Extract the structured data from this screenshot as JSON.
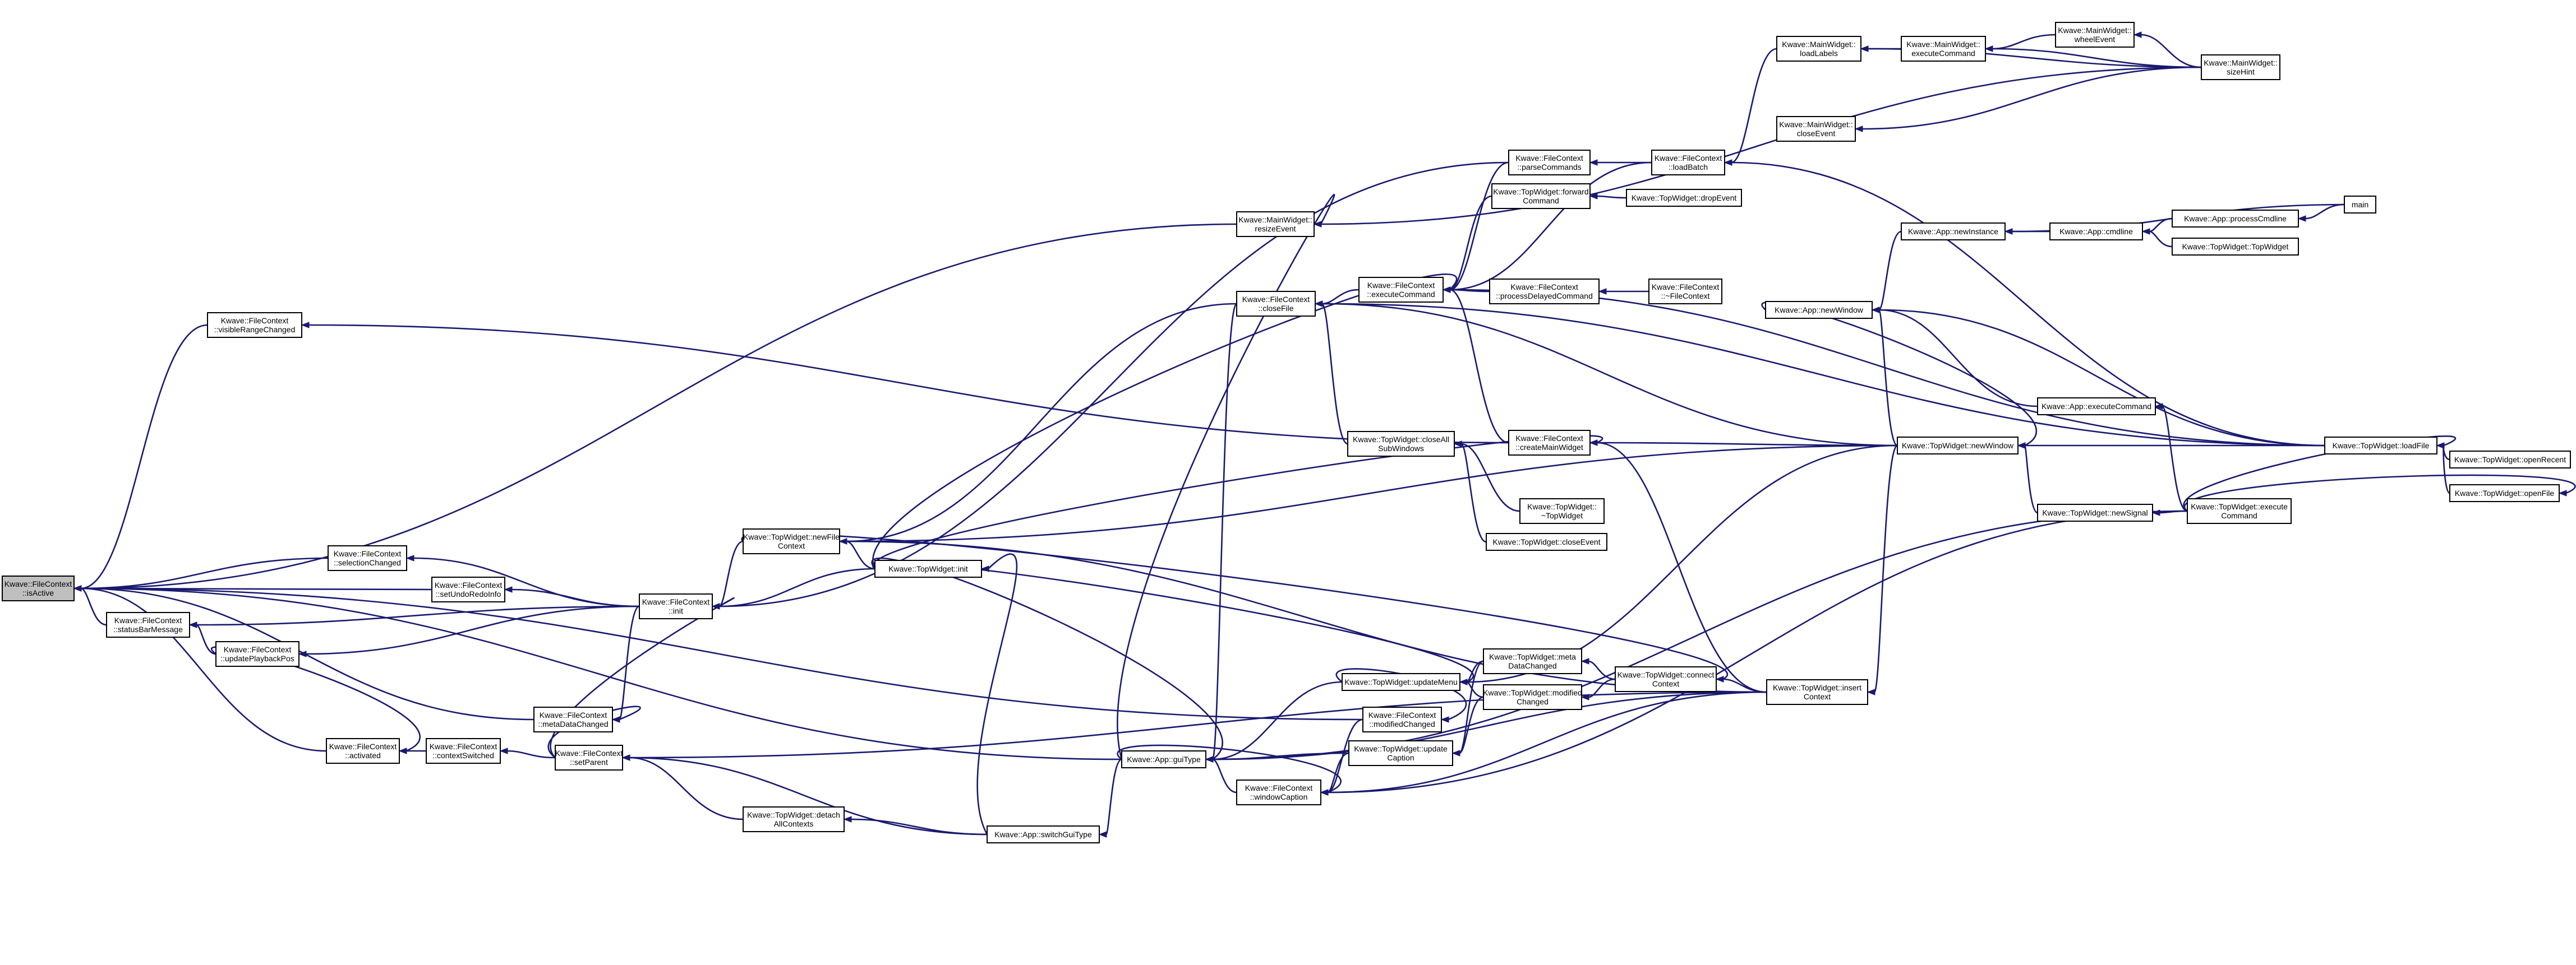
{
  "nodes": [
    {
      "id": "isActive",
      "label": [
        "Kwave::FileContext",
        "::isActive"
      ],
      "highlight": true
    },
    {
      "id": "visibleRangeChanged",
      "label": [
        "Kwave::FileContext",
        "::visibleRangeChanged"
      ]
    },
    {
      "id": "selectionChanged",
      "label": [
        "Kwave::FileContext",
        "::selectionChanged"
      ]
    },
    {
      "id": "setUndoRedoInfo",
      "label": [
        "Kwave::FileContext",
        "::setUndoRedoInfo"
      ]
    },
    {
      "id": "statusBarMessage",
      "label": [
        "Kwave::FileContext",
        "::statusBarMessage"
      ]
    },
    {
      "id": "updatePlaybackPos",
      "label": [
        "Kwave::FileContext",
        "::updatePlaybackPos"
      ]
    },
    {
      "id": "metaDataChanged",
      "label": [
        "Kwave::FileContext",
        "::metaDataChanged"
      ]
    },
    {
      "id": "activated",
      "label": [
        "Kwave::FileContext",
        "::activated"
      ]
    },
    {
      "id": "contextSwitched",
      "label": [
        "Kwave::FileContext",
        "::contextSwitched"
      ]
    },
    {
      "id": "setParent",
      "label": [
        "Kwave::FileContext",
        "::setParent"
      ]
    },
    {
      "id": "fcInit",
      "label": [
        "Kwave::FileContext",
        "::init"
      ]
    },
    {
      "id": "resizeEvent",
      "label": [
        "Kwave::MainWidget::",
        "resizeEvent"
      ]
    },
    {
      "id": "newFileContext",
      "label": [
        "Kwave::TopWidget::newFile",
        "Context"
      ]
    },
    {
      "id": "twInit",
      "label": [
        "Kwave::TopWidget::init"
      ]
    },
    {
      "id": "detachAllContexts",
      "label": [
        "Kwave::TopWidget::detach",
        "AllContexts"
      ]
    },
    {
      "id": "switchGuiType",
      "label": [
        "Kwave::App::switchGuiType"
      ]
    },
    {
      "id": "guiType",
      "label": [
        "Kwave::App::guiType"
      ]
    },
    {
      "id": "closeFile",
      "label": [
        "Kwave::FileContext",
        "::closeFile"
      ]
    },
    {
      "id": "windowCaption",
      "label": [
        "Kwave::FileContext",
        "::windowCaption"
      ]
    },
    {
      "id": "fcExecuteCommand",
      "label": [
        "Kwave::FileContext",
        "::executeCommand"
      ]
    },
    {
      "id": "parseCommands",
      "label": [
        "Kwave::FileContext",
        "::parseCommands"
      ]
    },
    {
      "id": "forwardCommand",
      "label": [
        "Kwave::TopWidget::forward",
        "Command"
      ]
    },
    {
      "id": "processDelayedCommand",
      "label": [
        "Kwave::FileContext",
        "::processDelayedCommand"
      ]
    },
    {
      "id": "createMainWidget",
      "label": [
        "Kwave::FileContext",
        "::createMainWidget"
      ]
    },
    {
      "id": "closeAllSubWindows",
      "label": [
        "Kwave::TopWidget::closeAll",
        "SubWindows"
      ]
    },
    {
      "id": "updateMenu",
      "label": [
        "Kwave::TopWidget::updateMenu"
      ]
    },
    {
      "id": "modifiedChanged",
      "label": [
        "Kwave::FileContext",
        "::modifiedChanged"
      ]
    },
    {
      "id": "updateCaption",
      "label": [
        "Kwave::TopWidget::update",
        "Caption"
      ]
    },
    {
      "id": "twMetaDataChanged",
      "label": [
        "Kwave::TopWidget::meta",
        "DataChanged"
      ]
    },
    {
      "id": "twModifiedChanged",
      "label": [
        "Kwave::TopWidget::modified",
        "Changed"
      ]
    },
    {
      "id": "dropEvent",
      "label": [
        "Kwave::TopWidget::dropEvent"
      ]
    },
    {
      "id": "fcDestructor",
      "label": [
        "Kwave::FileContext",
        "::~FileContext"
      ]
    },
    {
      "id": "twDestructor",
      "label": [
        "Kwave::TopWidget::",
        "~TopWidget"
      ]
    },
    {
      "id": "closeEventTW",
      "label": [
        "Kwave::TopWidget::closeEvent"
      ]
    },
    {
      "id": "loadBatch",
      "label": [
        "Kwave::FileContext",
        "::loadBatch"
      ]
    },
    {
      "id": "connectContext",
      "label": [
        "Kwave::TopWidget::connect",
        "Context"
      ]
    },
    {
      "id": "insertContext",
      "label": [
        "Kwave::TopWidget::insert",
        "Context"
      ]
    },
    {
      "id": "loadLabels",
      "label": [
        "Kwave::MainWidget::",
        "loadLabels"
      ]
    },
    {
      "id": "mwExecuteCommand",
      "label": [
        "Kwave::MainWidget::",
        "executeCommand"
      ]
    },
    {
      "id": "wheelEvent",
      "label": [
        "Kwave::MainWidget::",
        "wheelEvent"
      ]
    },
    {
      "id": "sizeHint",
      "label": [
        "Kwave::MainWidget::",
        "sizeHint"
      ]
    },
    {
      "id": "mwCloseEvent",
      "label": [
        "Kwave::MainWidget::",
        "closeEvent"
      ]
    },
    {
      "id": "appNewWindow",
      "label": [
        "Kwave::App::newWindow"
      ]
    },
    {
      "id": "twNewWindow",
      "label": [
        "Kwave::TopWidget::newWindow"
      ]
    },
    {
      "id": "newInstance",
      "label": [
        "Kwave::App::newInstance"
      ]
    },
    {
      "id": "cmdline",
      "label": [
        "Kwave::App::cmdline"
      ]
    },
    {
      "id": "processCmdline",
      "label": [
        "Kwave::App::processCmdline"
      ]
    },
    {
      "id": "twTopWidget",
      "label": [
        "Kwave::TopWidget::TopWidget"
      ]
    },
    {
      "id": "main",
      "label": [
        "main"
      ]
    },
    {
      "id": "appExecuteCommand",
      "label": [
        "Kwave::App::executeCommand"
      ]
    },
    {
      "id": "newSignal",
      "label": [
        "Kwave::TopWidget::newSignal"
      ]
    },
    {
      "id": "twExecuteCommand",
      "label": [
        "Kwave::TopWidget::execute",
        "Command"
      ]
    },
    {
      "id": "loadFile",
      "label": [
        "Kwave::TopWidget::loadFile"
      ]
    },
    {
      "id": "openRecent",
      "label": [
        "Kwave::TopWidget::openRecent"
      ]
    },
    {
      "id": "openFile",
      "label": [
        "Kwave::TopWidget::openFile"
      ]
    }
  ],
  "edges": [
    [
      "visibleRangeChanged",
      "isActive"
    ],
    [
      "selectionChanged",
      "isActive"
    ],
    [
      "setUndoRedoInfo",
      "isActive"
    ],
    [
      "statusBarMessage",
      "isActive"
    ],
    [
      "metaDataChanged",
      "isActive"
    ],
    [
      "resizeEvent",
      "isActive"
    ],
    [
      "modifiedChanged",
      "isActive"
    ],
    [
      "guiType",
      "isActive"
    ],
    [
      "activated",
      "isActive"
    ],
    [
      "updatePlaybackPos",
      "statusBarMessage"
    ],
    [
      "fcInit",
      "statusBarMessage"
    ],
    [
      "fcInit",
      "selectionChanged"
    ],
    [
      "fcInit",
      "setUndoRedoInfo"
    ],
    [
      "fcInit",
      "updatePlaybackPos"
    ],
    [
      "fcInit",
      "metaDataChanged"
    ],
    [
      "createMainWidget",
      "visibleRangeChanged"
    ],
    [
      "updatePlaybackPos",
      "activated"
    ],
    [
      "contextSwitched",
      "activated"
    ],
    [
      "setParent",
      "contextSwitched"
    ],
    [
      "setParent",
      "metaDataChanged"
    ],
    [
      "detachAllContexts",
      "setParent"
    ],
    [
      "switchGuiType",
      "setParent"
    ],
    [
      "insertContext",
      "setParent"
    ],
    [
      "newFileContext",
      "fcInit"
    ],
    [
      "twInit",
      "fcInit"
    ],
    [
      "parseCommands",
      "fcInit"
    ],
    [
      "setParent",
      "fcInit"
    ],
    [
      "twInit",
      "newFileContext"
    ],
    [
      "twNewWindow",
      "newFileContext"
    ],
    [
      "insertContext",
      "newFileContext"
    ],
    [
      "closeFile",
      "newFileContext"
    ],
    [
      "switchGuiType",
      "twInit"
    ],
    [
      "twInit",
      "guiType"
    ],
    [
      "guiType",
      "resizeEvent"
    ],
    [
      "switchGuiType",
      "detachAllContexts"
    ],
    [
      "guiType",
      "switchGuiType"
    ],
    [
      "closeFile",
      "guiType"
    ],
    [
      "windowCaption",
      "guiType"
    ],
    [
      "updateMenu",
      "guiType"
    ],
    [
      "updateCaption",
      "guiType"
    ],
    [
      "insertContext",
      "guiType"
    ],
    [
      "twExecuteCommand",
      "guiType"
    ],
    [
      "fcExecuteCommand",
      "closeFile"
    ],
    [
      "closeAllSubWindows",
      "closeFile"
    ],
    [
      "twNewWindow",
      "closeFile"
    ],
    [
      "loadFile",
      "closeFile"
    ],
    [
      "guiType",
      "windowCaption"
    ],
    [
      "updateCaption",
      "windowCaption"
    ],
    [
      "insertContext",
      "windowCaption"
    ],
    [
      "twExecuteCommand",
      "windowCaption"
    ],
    [
      "modifiedChanged",
      "windowCaption"
    ],
    [
      "twInit",
      "fcExecuteCommand"
    ],
    [
      "parseCommands",
      "fcExecuteCommand"
    ],
    [
      "forwardCommand",
      "fcExecuteCommand"
    ],
    [
      "processDelayedCommand",
      "fcExecuteCommand"
    ],
    [
      "loadBatch",
      "fcExecuteCommand"
    ],
    [
      "createMainWidget",
      "fcExecuteCommand"
    ],
    [
      "loadFile",
      "fcExecuteCommand"
    ],
    [
      "loadBatch",
      "parseCommands"
    ],
    [
      "dropEvent",
      "forwardCommand"
    ],
    [
      "fcDestructor",
      "processDelayedCommand"
    ],
    [
      "twInit",
      "createMainWidget"
    ],
    [
      "insertContext",
      "createMainWidget"
    ],
    [
      "twNewWindow",
      "createMainWidget"
    ],
    [
      "twDestructor",
      "closeAllSubWindows"
    ],
    [
      "closeEventTW",
      "closeAllSubWindows"
    ],
    [
      "twInit",
      "updateMenu"
    ],
    [
      "twMetaDataChanged",
      "updateMenu"
    ],
    [
      "twModifiedChanged",
      "updateMenu"
    ],
    [
      "twNewWindow",
      "updateMenu"
    ],
    [
      "updateMenu",
      "modifiedChanged"
    ],
    [
      "twModifiedChanged",
      "updateCaption"
    ],
    [
      "twMetaDataChanged",
      "updateCaption"
    ],
    [
      "connectContext",
      "twMetaDataChanged"
    ],
    [
      "connectContext",
      "twModifiedChanged"
    ],
    [
      "insertContext",
      "connectContext"
    ],
    [
      "newFileContext",
      "connectContext"
    ],
    [
      "twNewWindow",
      "insertContext"
    ],
    [
      "loadLabels",
      "loadBatch"
    ],
    [
      "loadFile",
      "loadBatch"
    ],
    [
      "mwExecuteCommand",
      "loadLabels"
    ],
    [
      "sizeHint",
      "loadLabels"
    ],
    [
      "wheelEvent",
      "mwExecuteCommand"
    ],
    [
      "sizeHint",
      "mwExecuteCommand"
    ],
    [
      "sizeHint",
      "wheelEvent"
    ],
    [
      "sizeHint",
      "resizeEvent"
    ],
    [
      "sizeHint",
      "mwCloseEvent"
    ],
    [
      "newInstance",
      "appNewWindow"
    ],
    [
      "twNewWindow",
      "appNewWindow"
    ],
    [
      "appExecuteCommand",
      "appNewWindow"
    ],
    [
      "loadFile",
      "appNewWindow"
    ],
    [
      "cmdline",
      "newInstance"
    ],
    [
      "main",
      "newInstance"
    ],
    [
      "processCmdline",
      "cmdline"
    ],
    [
      "twTopWidget",
      "cmdline"
    ],
    [
      "main",
      "processCmdline"
    ],
    [
      "appNewWindow",
      "twNewWindow"
    ],
    [
      "loadFile",
      "twNewWindow"
    ],
    [
      "newSignal",
      "twNewWindow"
    ],
    [
      "twExecuteCommand",
      "appExecuteCommand"
    ],
    [
      "twExecuteCommand",
      "newSignal"
    ],
    [
      "twExecuteCommand",
      "loadFile"
    ],
    [
      "openRecent",
      "loadFile"
    ],
    [
      "openFile",
      "loadFile"
    ],
    [
      "twExecuteCommand",
      "openFile"
    ]
  ]
}
